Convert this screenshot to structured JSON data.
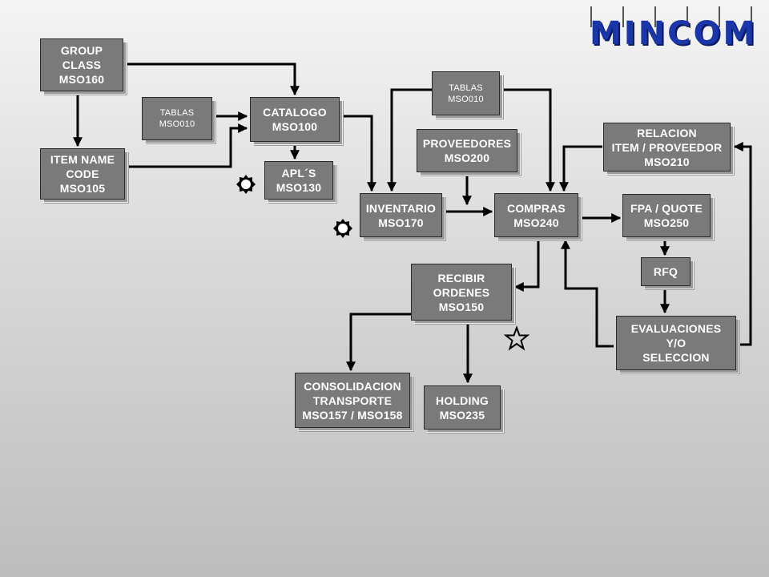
{
  "logo": {
    "text": "MINCOM",
    "color": "#1a36a8"
  },
  "boxes": {
    "group_class": "GROUP\nCLASS\nMSO160",
    "item_name": "ITEM NAME\nCODE\nMSO105",
    "tablas_left": "TABLAS\nMSO010",
    "catalogo": "CATALOGO\nMSO100",
    "apls": "APL´S\nMSO130",
    "tablas_top": "TABLAS\nMSO010",
    "proveedores": "PROVEEDORES\nMSO200",
    "inventario": "INVENTARIO\nMSO170",
    "compras": "COMPRAS\nMSO240",
    "relacion": "RELACION\nITEM / PROVEEDOR\nMSO210",
    "fpa_quote": "FPA / QUOTE\nMSO250",
    "rfq": "RFQ",
    "evaluaciones": "EVALUACIONES\nY/O\nSELECCION",
    "recibir": "RECIBIR\nORDENES\nMSO150",
    "consolidacion": "CONSOLIDACION\nTRANSPORTE\nMSO157 / MSO158",
    "holding": "HOLDING\nMSO235"
  },
  "colors": {
    "box_fill": "#7a7a7a",
    "box_text": "#ffffff",
    "connector": "#000000"
  },
  "icons": [
    "sun-icon",
    "sun-icon",
    "star-icon"
  ]
}
